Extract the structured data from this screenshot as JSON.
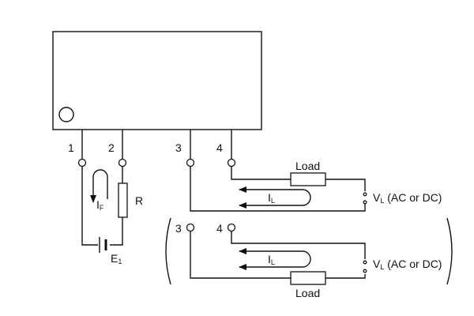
{
  "pins": {
    "p1": "1",
    "p2": "2",
    "p3": "3",
    "p4": "4",
    "p3_alt": "3",
    "p4_alt": "4"
  },
  "labels": {
    "resistor": "R",
    "current_forward_main": "I",
    "current_forward_sub": "F",
    "battery_main": "E",
    "battery_sub": "1",
    "load_top": "Load",
    "load_bottom": "Load",
    "current_load_top_main": "I",
    "current_load_top_sub": "L",
    "current_load_bottom_main": "I",
    "current_load_bottom_sub": "L",
    "voltage_top_main": "V",
    "voltage_top_sub": "L",
    "voltage_top_rest": " (AC or DC)",
    "voltage_bottom_main": "V",
    "voltage_bottom_sub": "L",
    "voltage_bottom_rest": " (AC or DC)"
  }
}
